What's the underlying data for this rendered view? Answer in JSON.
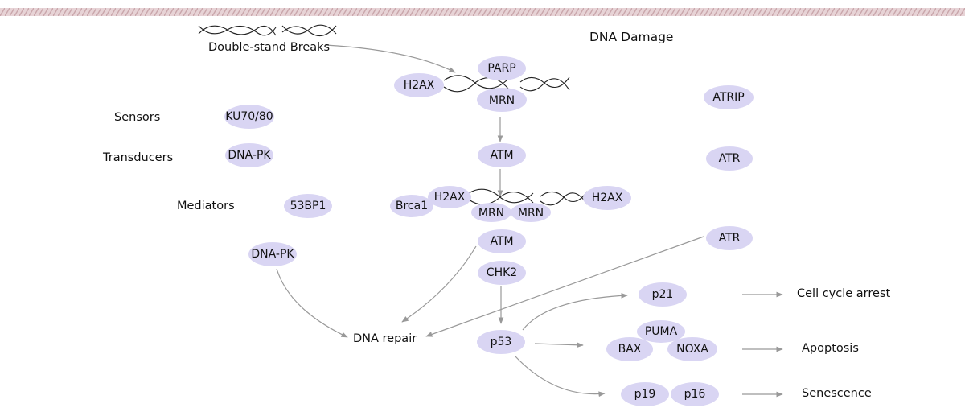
{
  "title": "DNA Damage",
  "dsb_label": "Double-stand Breaks",
  "row_labels": {
    "sensors": "Sensors",
    "transducers": "Transducers",
    "mediators": "Mediators"
  },
  "nodes": {
    "parp": "PARP",
    "h2ax_top": "H2AX",
    "mrn_top": "MRN",
    "atrip": "ATRIP",
    "ku7080": "KU70/80",
    "dnapk_top": "DNA-PK",
    "atm_top": "ATM",
    "atr_top": "ATR",
    "bp53": "53BP1",
    "brca1": "Brca1",
    "h2ax_mid_left": "H2AX",
    "h2ax_mid_right": "H2AX",
    "mrn_mid_1": "MRN",
    "mrn_mid_2": "MRN",
    "dnapk_low": "DNA-PK",
    "atm_low": "ATM",
    "chk2": "CHK2",
    "atr_low": "ATR",
    "p21": "p21",
    "puma": "PUMA",
    "bax": "BAX",
    "noxa": "NOXA",
    "p53": "p53",
    "p19": "p19",
    "p16": "p16"
  },
  "plain_text": {
    "dna_repair": "DNA repair",
    "cell_cycle_arrest": "Cell cycle arrest",
    "apoptosis": "Apoptosis",
    "senescence": "Senescence"
  },
  "colors": {
    "node_fill": "#d9d5f3",
    "arrow": "#999999",
    "topbar": "#d8bcc0",
    "text": "#111111"
  }
}
